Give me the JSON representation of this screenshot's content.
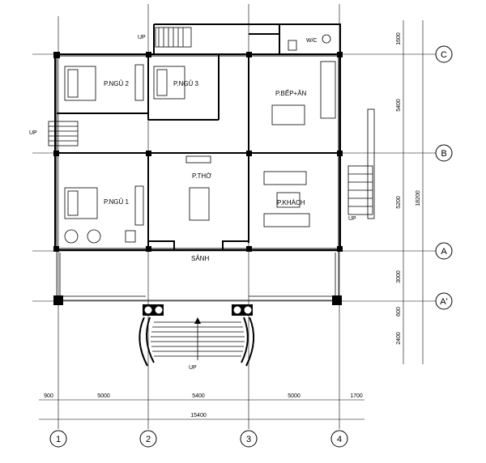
{
  "rooms": {
    "bed2": "P.NGỦ 2",
    "bed3": "P.NGỦ 3",
    "kitchen": "P.BẾP+ĂN",
    "wc": "W/C",
    "worship": "P.THỜ",
    "bed1": "P.NGỦ 1",
    "living": "P.KHÁCH",
    "lobby": "SẢNH"
  },
  "stairs": {
    "up_top": "UP",
    "up_left": "UP",
    "up_right": "UP",
    "up_entrance": "UP"
  },
  "grid_rows": [
    {
      "label": "C"
    },
    {
      "label": "B"
    },
    {
      "label": "A"
    },
    {
      "label": "A'"
    }
  ],
  "grid_cols": [
    {
      "label": "1"
    },
    {
      "label": "2"
    },
    {
      "label": "3"
    },
    {
      "label": "4"
    }
  ],
  "dims_bottom": [
    "900",
    "5000",
    "5400",
    "5000",
    "1700"
  ],
  "dim_total_bottom": "15400",
  "dims_right": [
    "1600",
    "5400",
    "5200",
    "3000",
    "600",
    "2400"
  ],
  "dim_total_right": "18200"
}
